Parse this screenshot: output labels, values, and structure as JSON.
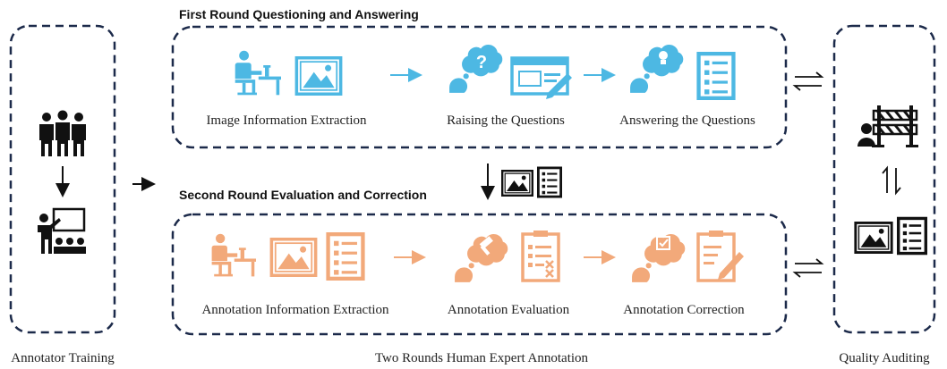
{
  "colors": {
    "border": "#1c2a4a",
    "blue": "#4db8e3",
    "orange": "#f2a97a",
    "black": "#111111"
  },
  "left_panel": {
    "caption": "Annotator Training",
    "icons": [
      "group-of-people-icon",
      "teacher-with-class-icon"
    ]
  },
  "middle_panel": {
    "caption": "Two Rounds Human Expert Annotation",
    "first_round": {
      "title": "First Round Questioning and Answering",
      "steps": [
        {
          "label": "Image Information Extraction",
          "icon": "person-at-desk-with-image-icon"
        },
        {
          "label": "Raising the Questions",
          "icon": "thinking-question-with-form-icon"
        },
        {
          "label": "Answering the Questions",
          "icon": "thinking-idea-with-list-icon"
        }
      ]
    },
    "between_rounds": {
      "icon": "image-and-document-icon"
    },
    "second_round": {
      "title": "Second Round Evaluation and Correction",
      "steps": [
        {
          "label": "Annotation Information Extraction",
          "icon": "person-at-desk-with-image-and-document-icon"
        },
        {
          "label": "Annotation Evaluation",
          "icon": "thinking-gavel-with-checklist-icon"
        },
        {
          "label": "Annotation Correction",
          "icon": "thinking-check-with-edit-icon"
        }
      ]
    }
  },
  "right_panel": {
    "caption": "Quality Auditing",
    "icons": [
      "auditor-barrier-icon",
      "image-and-document-icon"
    ]
  }
}
